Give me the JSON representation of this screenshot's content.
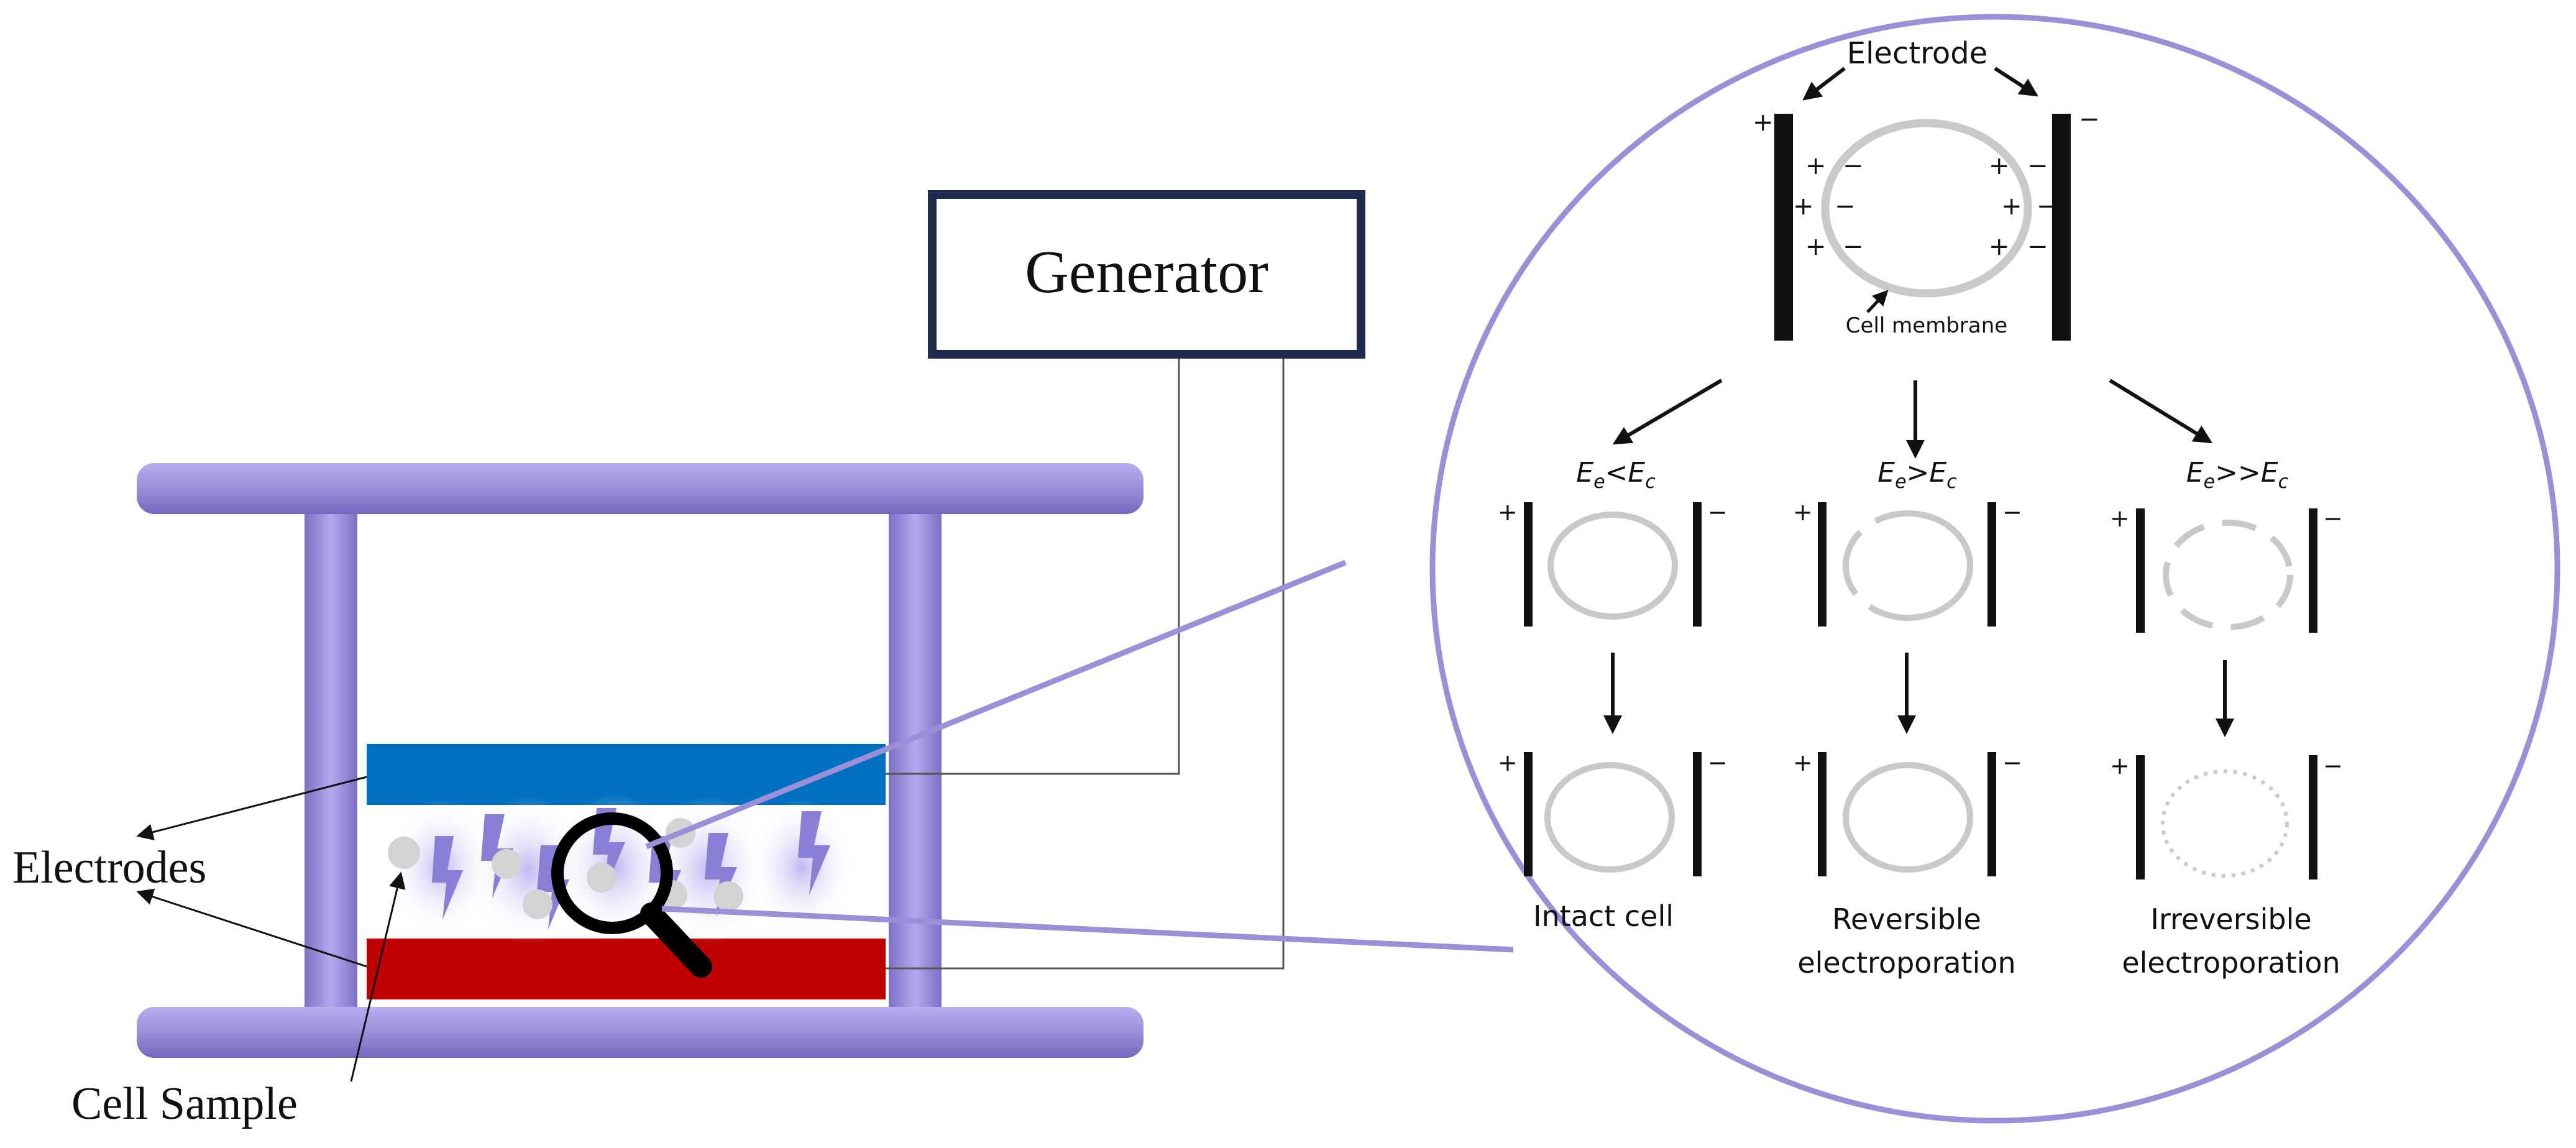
{
  "labels": {
    "generator": "Generator",
    "electrodes": "Electrodes",
    "cell_sample": "Cell Sample",
    "electrode": "Electrode",
    "cell_membrane": "Cell membrane",
    "plus": "+",
    "minus": "−"
  },
  "conditions": [
    {
      "e_sub": "e",
      "op": "<",
      "c_sub": "c",
      "caption_line1": "Intact cell",
      "caption_line2": ""
    },
    {
      "e_sub": "e",
      "op": ">",
      "c_sub": "c",
      "caption_line1": "Reversible",
      "caption_line2": "electroporation"
    },
    {
      "e_sub": "e",
      "op": ">>",
      "c_sub": "c",
      "caption_line1": "Irreversible",
      "caption_line2": "electroporation"
    }
  ],
  "colors": {
    "frame": "#9b8fd8",
    "frame_shadow": "#6f63b8",
    "top_electrode": "#0070c0",
    "bottom_electrode": "#c00000",
    "generator_border": "#1f2a4f",
    "membrane": "#c9c9c9",
    "cell": "#d3d3d3",
    "lightning": "#8a7fd6",
    "text": "#111111"
  },
  "icons": [
    "magnifier-icon",
    "lightning-icon"
  ]
}
